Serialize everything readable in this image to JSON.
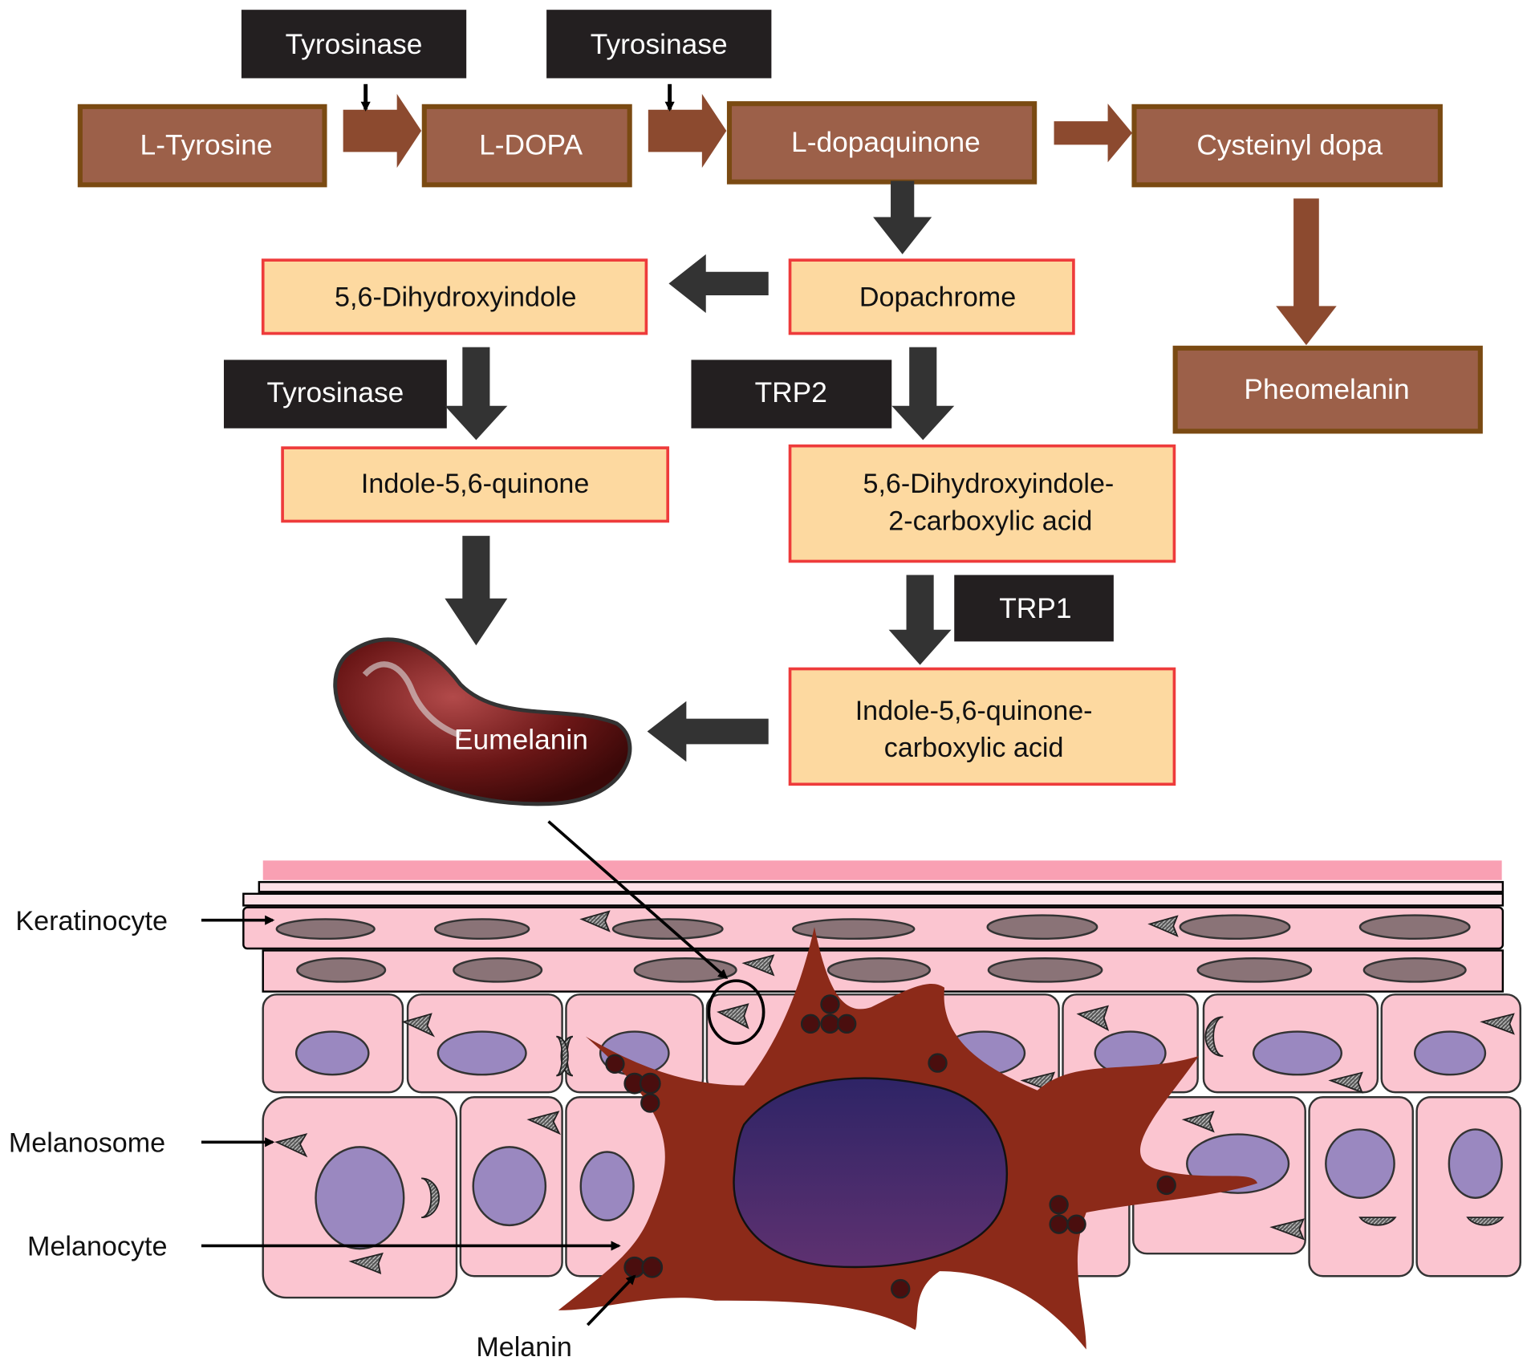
{
  "colors": {
    "enzyme_box": "#231f20",
    "brown_box_fill": "#9c6049",
    "brown_box_border": "#7a4a12",
    "brown_arrow": "#8c4a2f",
    "yellow_box_fill": "#fdd9a0",
    "yellow_box_border": "#ee3b3b",
    "dark_arrow": "#333333",
    "skin_cell": "#fbc5d0",
    "nucleus": "#9a88c0",
    "melanocyte": "#8c2a19"
  },
  "enzymes": [
    "Tyrosinase",
    "Tyrosinase",
    "Tyrosinase",
    "TRP2",
    "TRP1"
  ],
  "brown_nodes": [
    "L-Tyrosine",
    "L-DOPA",
    "L-dopaquinone",
    "Cysteinyl dopa",
    "Pheomelanin"
  ],
  "yellow_nodes": {
    "dopachrome": "Dopachrome",
    "dhi": "5,6-Dihydroxyindole",
    "iq": "Indole-5,6-quinone",
    "dhica": [
      "5,6-Dihydroxyindole-",
      "2-carboxylic acid"
    ],
    "iqca": [
      "Indole-5,6-quinone-",
      "carboxylic acid"
    ]
  },
  "eumelanin": "Eumelanin",
  "skin_labels": {
    "keratinocyte": "Keratinocyte",
    "melanosome": "Melanosome",
    "melanocyte": "Melanocyte",
    "melanin": "Melanin"
  }
}
